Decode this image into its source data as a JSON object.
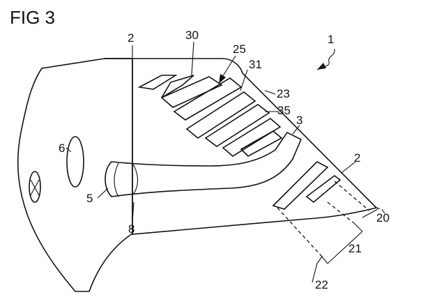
{
  "figure": {
    "title": "FIG 3",
    "labels": {
      "l1": "1",
      "l2a": "2",
      "l30": "30",
      "l25": "25",
      "l31": "31",
      "l23": "23",
      "l35": "35",
      "l3": "3",
      "l2b": "2",
      "l6": "6",
      "l5": "5",
      "l8": "8",
      "l20": "20",
      "l21": "21",
      "l22": "22"
    }
  }
}
